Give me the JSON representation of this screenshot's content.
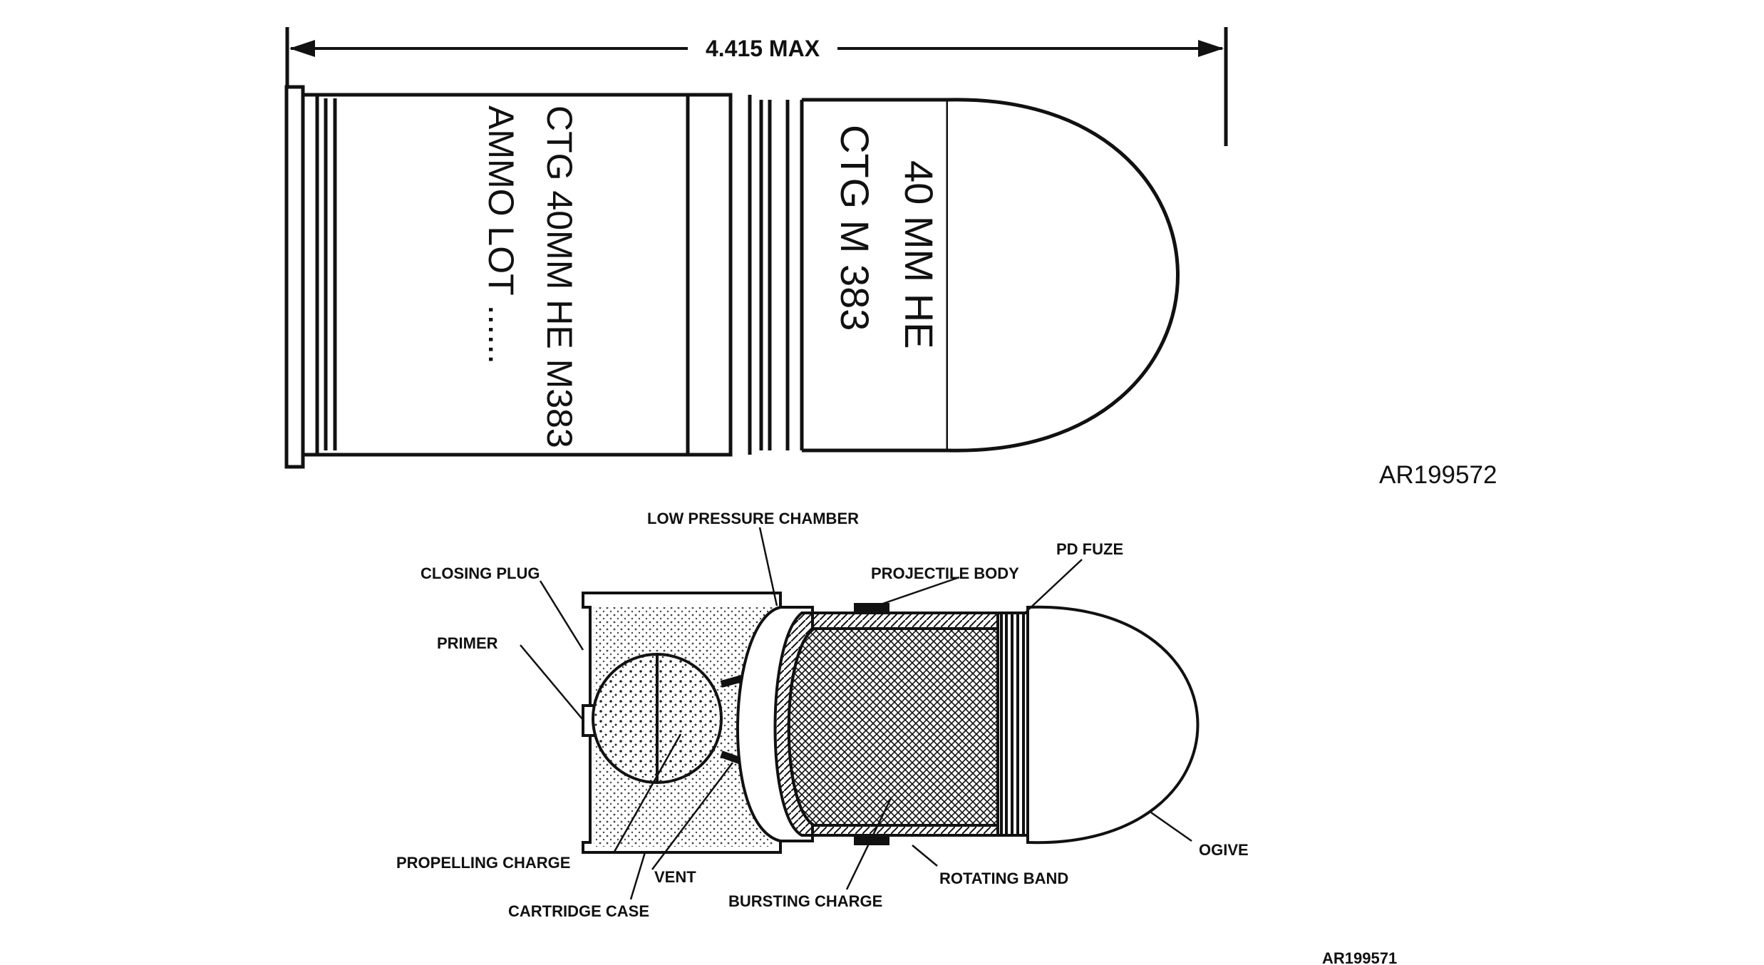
{
  "dimension": {
    "text": "4.415 MAX"
  },
  "top_drawing": {
    "case_text": [
      "CTG 40MM HE M383",
      "AMMO LOT ......"
    ],
    "projectile_text": [
      "40 MM HE",
      "CTG   M 383"
    ],
    "figure_id": "AR199572"
  },
  "cutaway": {
    "labels": {
      "low_pressure_chamber": "LOW PRESSURE CHAMBER",
      "closing_plug": "CLOSING PLUG",
      "primer": "PRIMER",
      "projectile_body": "PROJECTILE BODY",
      "pd_fuze": "PD FUZE",
      "propelling_charge": "PROPELLING CHARGE",
      "vent": "VENT",
      "cartridge_case": "CARTRIDGE CASE",
      "bursting_charge": "BURSTING CHARGE",
      "rotating_band": "ROTATING BAND",
      "ogive": "OGIVE"
    },
    "figure_id": "AR199571"
  }
}
